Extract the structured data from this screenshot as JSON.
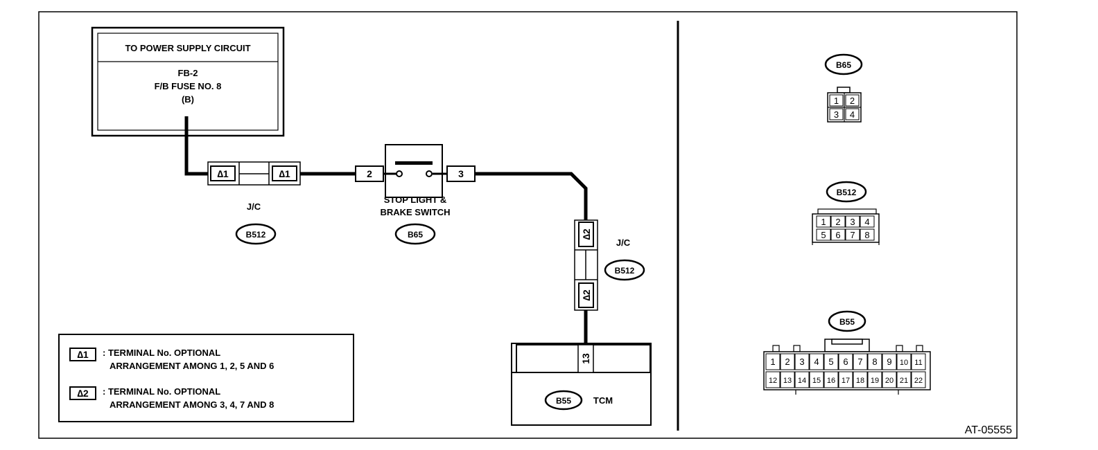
{
  "power_box": {
    "title": "TO POWER SUPPLY CIRCUIT",
    "line1": "FB-2",
    "line2": "F/B FUSE NO. 8",
    "line3": "(B)"
  },
  "jc_left": {
    "label": "J/C",
    "connector": "B512",
    "term_a": "∆1",
    "term_b": "∆1"
  },
  "switch": {
    "label_line1": "STOP LIGHT &",
    "label_line2": "BRAKE SWITCH",
    "connector": "B65",
    "pin_in": "2",
    "pin_out": "3"
  },
  "jc_right": {
    "label": "J/C",
    "connector": "B512",
    "term_a": "∆2",
    "term_b": "∆2"
  },
  "tcm": {
    "pin": "13",
    "connector": "B55",
    "label": "TCM"
  },
  "legend": {
    "items": [
      {
        "key": "∆1",
        "line1": ": TERMINAL No. OPTIONAL",
        "line2": "ARRANGEMENT AMONG 1, 2, 5 AND 6"
      },
      {
        "key": "∆2",
        "line1": ": TERMINAL No. OPTIONAL",
        "line2": "ARRANGEMENT AMONG 3, 4, 7 AND 8"
      }
    ]
  },
  "connector_views": {
    "b65": {
      "name": "B65",
      "pins": [
        "1",
        "2",
        "3",
        "4"
      ]
    },
    "b512": {
      "name": "B512",
      "pins": [
        "1",
        "2",
        "3",
        "4",
        "5",
        "6",
        "7",
        "8"
      ]
    },
    "b55": {
      "name": "B55",
      "row1": [
        "1",
        "2",
        "3",
        "4",
        "5",
        "6",
        "7",
        "8",
        "9",
        "10",
        "11"
      ],
      "row2": [
        "12",
        "13",
        "14",
        "15",
        "16",
        "17",
        "18",
        "19",
        "20",
        "21",
        "22"
      ]
    }
  },
  "doc_ref": "AT-05555"
}
